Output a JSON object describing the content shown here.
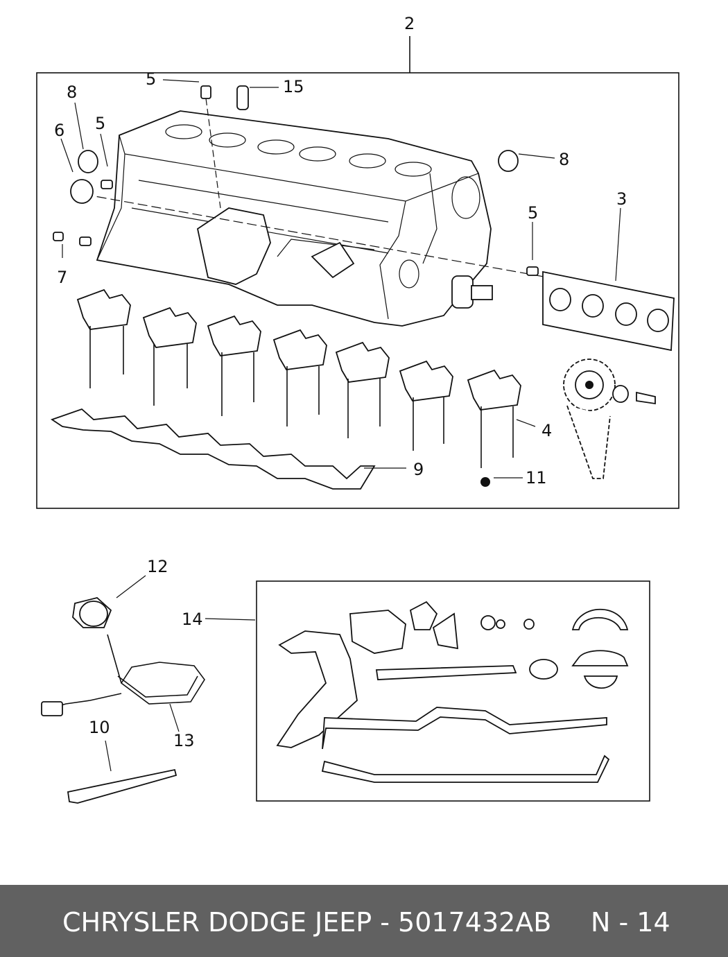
{
  "callouts": {
    "c2": "2",
    "c5a": "5",
    "c15": "15",
    "c8a": "8",
    "c5b": "5",
    "c6": "6",
    "c8b": "8",
    "c3": "3",
    "c5c": "5",
    "c7": "7",
    "c4": "4",
    "c9": "9",
    "c11": "11",
    "c12": "12",
    "c14": "14",
    "c10": "10",
    "c13": "13"
  },
  "footer": {
    "brand_part": "CHRYSLER DODGE JEEP - 5017432AB",
    "page_ref": "N - 14"
  }
}
